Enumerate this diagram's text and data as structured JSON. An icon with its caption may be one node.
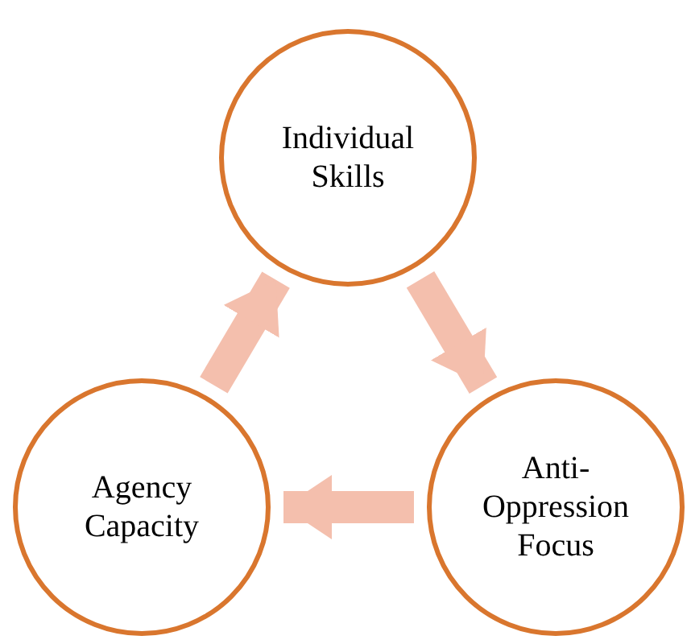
{
  "diagram": {
    "nodes": [
      {
        "text": [
          "Individual Skills"
        ]
      },
      {
        "text": [
          "Anti-Oppression Focus"
        ]
      },
      {
        "text": [
          "Agency Capacity"
        ]
      }
    ],
    "edges": [
      {
        "from": 0,
        "to": 1,
        "arrow": "to"
      },
      {
        "from": 1,
        "to": 2,
        "arrow": "to"
      },
      {
        "from": 2,
        "to": 0,
        "arrow": "to"
      }
    ]
  }
}
